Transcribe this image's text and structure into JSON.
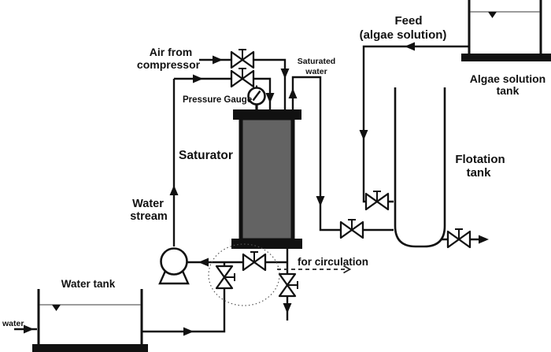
{
  "labels": {
    "air_from_compressor": {
      "line1": "Air from",
      "line2": "compressor"
    },
    "pressure_gauge": "Pressure Gauge",
    "saturated_water": {
      "line1": "Saturated",
      "line2": "water"
    },
    "feed": {
      "line1": "Feed",
      "line2": "(algae solution)"
    },
    "algae_solution_tank": {
      "line1": "Algae solution",
      "line2": "tank"
    },
    "flotation_tank": {
      "line1": "Flotation",
      "line2": "tank"
    },
    "saturator": "Saturator",
    "water_stream": {
      "line1": "Water",
      "line2": "stream"
    },
    "water_tank": "Water tank",
    "water_inlet": "water",
    "for_circulation": "for circulation"
  },
  "colors": {
    "line": "#111111",
    "saturator_fill": "#636363",
    "background": "#ffffff"
  }
}
